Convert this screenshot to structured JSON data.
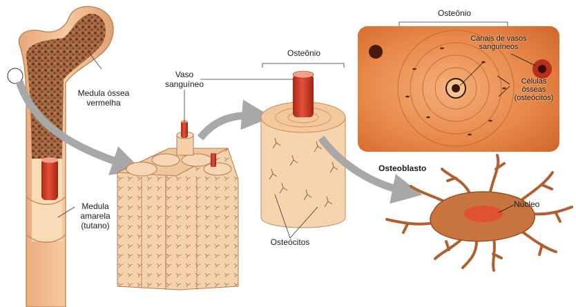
{
  "labels": {
    "medula_vermelha": "Medula óssea\nvermelha",
    "medula_amarela": "Medula\namarela\n(tutano)",
    "vaso": "Vaso\nsanguíneo",
    "osteonio_center": "Osteônio",
    "osteocitos": "Osteócitos",
    "osteonio_photo": "Osteônio",
    "canais": "Canais de vasos\nsanguíneos",
    "celulas": "Células\nósseas\n(osteócitos)",
    "osteoblasto": "Osteoblasto",
    "nucleo": "Núcleo"
  },
  "colors": {
    "bone": "#f2c49a",
    "bone_dark": "#d89466",
    "marrow_red": "#8a4a2c",
    "vessel": "#d6402a",
    "arrow": "#a8a8a8",
    "photo_bg": "#e88a4a",
    "cell": "#c8743e"
  }
}
